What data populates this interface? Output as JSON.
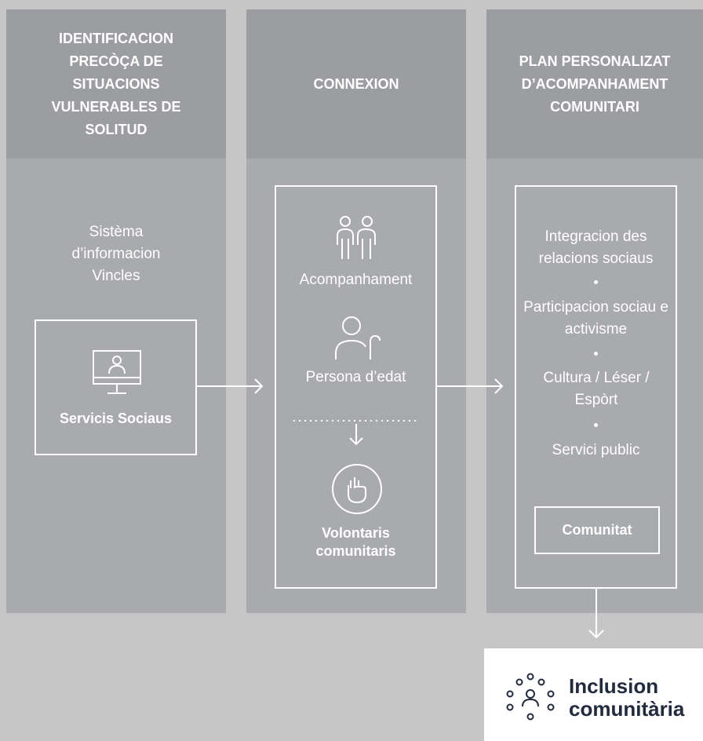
{
  "columns": [
    {
      "header": "IDENTIFICACION PRECÒÇA DE SITUACIONS VULNERABLES DE SOLITUD",
      "body_text": "Sistèma d’informacion Vincles",
      "box_label": "Servicis Sociaus",
      "icon": "computer-user-icon"
    },
    {
      "header": "CONNEXION",
      "items": [
        {
          "icon": "two-people-icon",
          "label": "Acompanhament"
        },
        {
          "icon": "elderly-person-icon",
          "label": "Persona d’edat"
        },
        {
          "icon": "raised-hand-icon",
          "label": "Volontaris comunitaris"
        }
      ],
      "divider_icon": "arrow-down-icon"
    },
    {
      "header": "PLAN PERSONALIZAT D’ACOMPANHAMENT COMUNITARI",
      "list": [
        "Integracion des relacions sociaus",
        "Participacion sociau e activisme",
        "Cultura / Léser / Espòrt",
        "Servici public"
      ],
      "inner_label": "Comunitat"
    }
  ],
  "result": {
    "label": "Inclusion comunitària",
    "icon": "community-circle-icon"
  },
  "colors": {
    "background": "#c6c6c7",
    "header_fill": "#9c9da1",
    "body_fill": "#a9aaad",
    "line": "#ffffff",
    "result_text": "#222a3d"
  }
}
